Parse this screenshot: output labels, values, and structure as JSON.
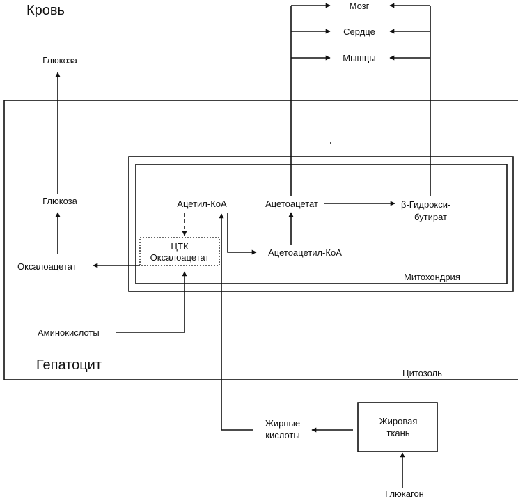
{
  "regions": {
    "blood": "Кровь",
    "hepatocyte": "Гепатоцит",
    "cytosol": "Цитозоль",
    "mitochondrion": "Митохондрия"
  },
  "nodes": {
    "glucose_blood": "Глюкоза",
    "glucose_cell": "Глюкоза",
    "oxaloacetate_cytosol": "Оксалоацетат",
    "amino_acids": "Аминокислоты",
    "acetyl_coa": "Ацетил-КоА",
    "tca_line1": "ЦТК",
    "tca_line2": "Оксалоацетат",
    "acetoacetyl_coa": "Ацетоацетил-КоА",
    "acetoacetate": "Ацетоацетат",
    "hydroxybutyrate_line1": "β-Гидрокси-",
    "hydroxybutyrate_line2": "бутират",
    "brain": "Мозг",
    "heart": "Сердце",
    "muscle": "Мышцы",
    "fatty_acids_line1": "Жирные",
    "fatty_acids_line2": "кислоты",
    "adipose_line1": "Жировая",
    "adipose_line2": "ткань",
    "glucagon": "Глюкагон"
  }
}
